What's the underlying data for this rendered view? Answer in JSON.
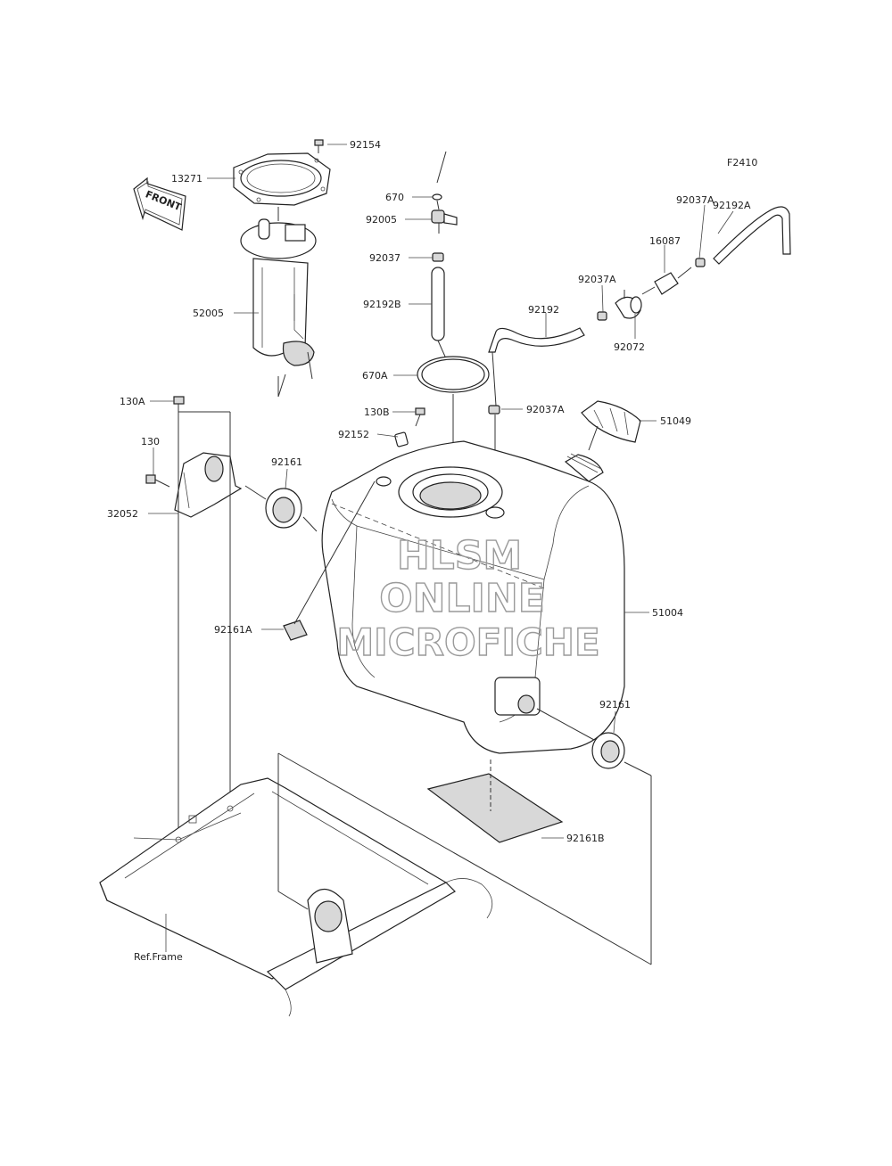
{
  "diagram_code": "F2410",
  "front_arrow_label": "FRONT",
  "reference_label": "Ref.Frame",
  "watermark": [
    "HLSM",
    "ONLINE",
    "MICROFICHE"
  ],
  "part_labels": [
    {
      "id": "92154",
      "text": "92154"
    },
    {
      "id": "13271",
      "text": "13271"
    },
    {
      "id": "52005",
      "text": "52005"
    },
    {
      "id": "670",
      "text": "670"
    },
    {
      "id": "92005",
      "text": "92005"
    },
    {
      "id": "92037",
      "text": "92037"
    },
    {
      "id": "92192B",
      "text": "92192B"
    },
    {
      "id": "670A",
      "text": "670A"
    },
    {
      "id": "92192A",
      "text": "92192A"
    },
    {
      "id": "92037A-1",
      "text": "92037A"
    },
    {
      "id": "16087",
      "text": "16087"
    },
    {
      "id": "92037A-2",
      "text": "92037A"
    },
    {
      "id": "92192",
      "text": "92192"
    },
    {
      "id": "92072",
      "text": "92072"
    },
    {
      "id": "130A",
      "text": "130A"
    },
    {
      "id": "130B",
      "text": "130B"
    },
    {
      "id": "92037A-3",
      "text": "92037A"
    },
    {
      "id": "92152",
      "text": "92152"
    },
    {
      "id": "51049",
      "text": "51049"
    },
    {
      "id": "130",
      "text": "130"
    },
    {
      "id": "92161-1",
      "text": "92161"
    },
    {
      "id": "32052",
      "text": "32052"
    },
    {
      "id": "51004",
      "text": "51004"
    },
    {
      "id": "92161A",
      "text": "92161A"
    },
    {
      "id": "92161-2",
      "text": "92161"
    },
    {
      "id": "92161B",
      "text": "92161B"
    }
  ]
}
